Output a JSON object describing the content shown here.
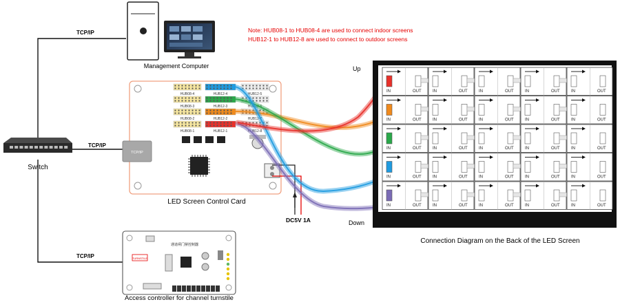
{
  "note": {
    "line1": "Note: HUB08-1 to HUB08-4 are used to connect indoor screens",
    "line2": "HUB12-1 to HUB12-8 are used to connect to outdoor screens",
    "color": "#e60000"
  },
  "labels": {
    "tcpip_top": "TCP/IP",
    "tcpip_mid": "TCP/IP",
    "tcpip_bottom": "TCP/IP",
    "management_computer": "Management Computer",
    "switch": "Switch",
    "control_card": "LED Screen Control Card",
    "card_tcpip_module": "TCP/IP",
    "power": "DC5V  1A",
    "access_controller": "Access controller for channel turnstile",
    "connection_diagram": "Connection Diagram on the Back of the LED Screen",
    "up": "Up",
    "down": "Down",
    "controller_brand": "TURNSTILE",
    "controller_title": "通道闸门禁控制器"
  },
  "hubs": {
    "left": [
      "HUB08-4",
      "HUB08-3",
      "HUB08-2",
      "HUB08-1"
    ],
    "right": [
      "HUB12-4",
      "HUB12-3",
      "HUB12-2",
      "HUB12-1"
    ],
    "side": [
      "HUB12-5",
      "HUB12-6",
      "HUB12-7",
      "HUB12-8"
    ]
  },
  "panel": {
    "in_label": "IN",
    "out_label": "OUT",
    "rows": 5,
    "cols": 5
  },
  "colors": {
    "cable_red": "#e8302a",
    "cable_orange": "#f08a1c",
    "cable_green": "#2aa84a",
    "cable_blue": "#1f9be0",
    "cable_purple": "#7a6bb5",
    "card_border": "#f0a080",
    "panel_frame": "#111111"
  }
}
